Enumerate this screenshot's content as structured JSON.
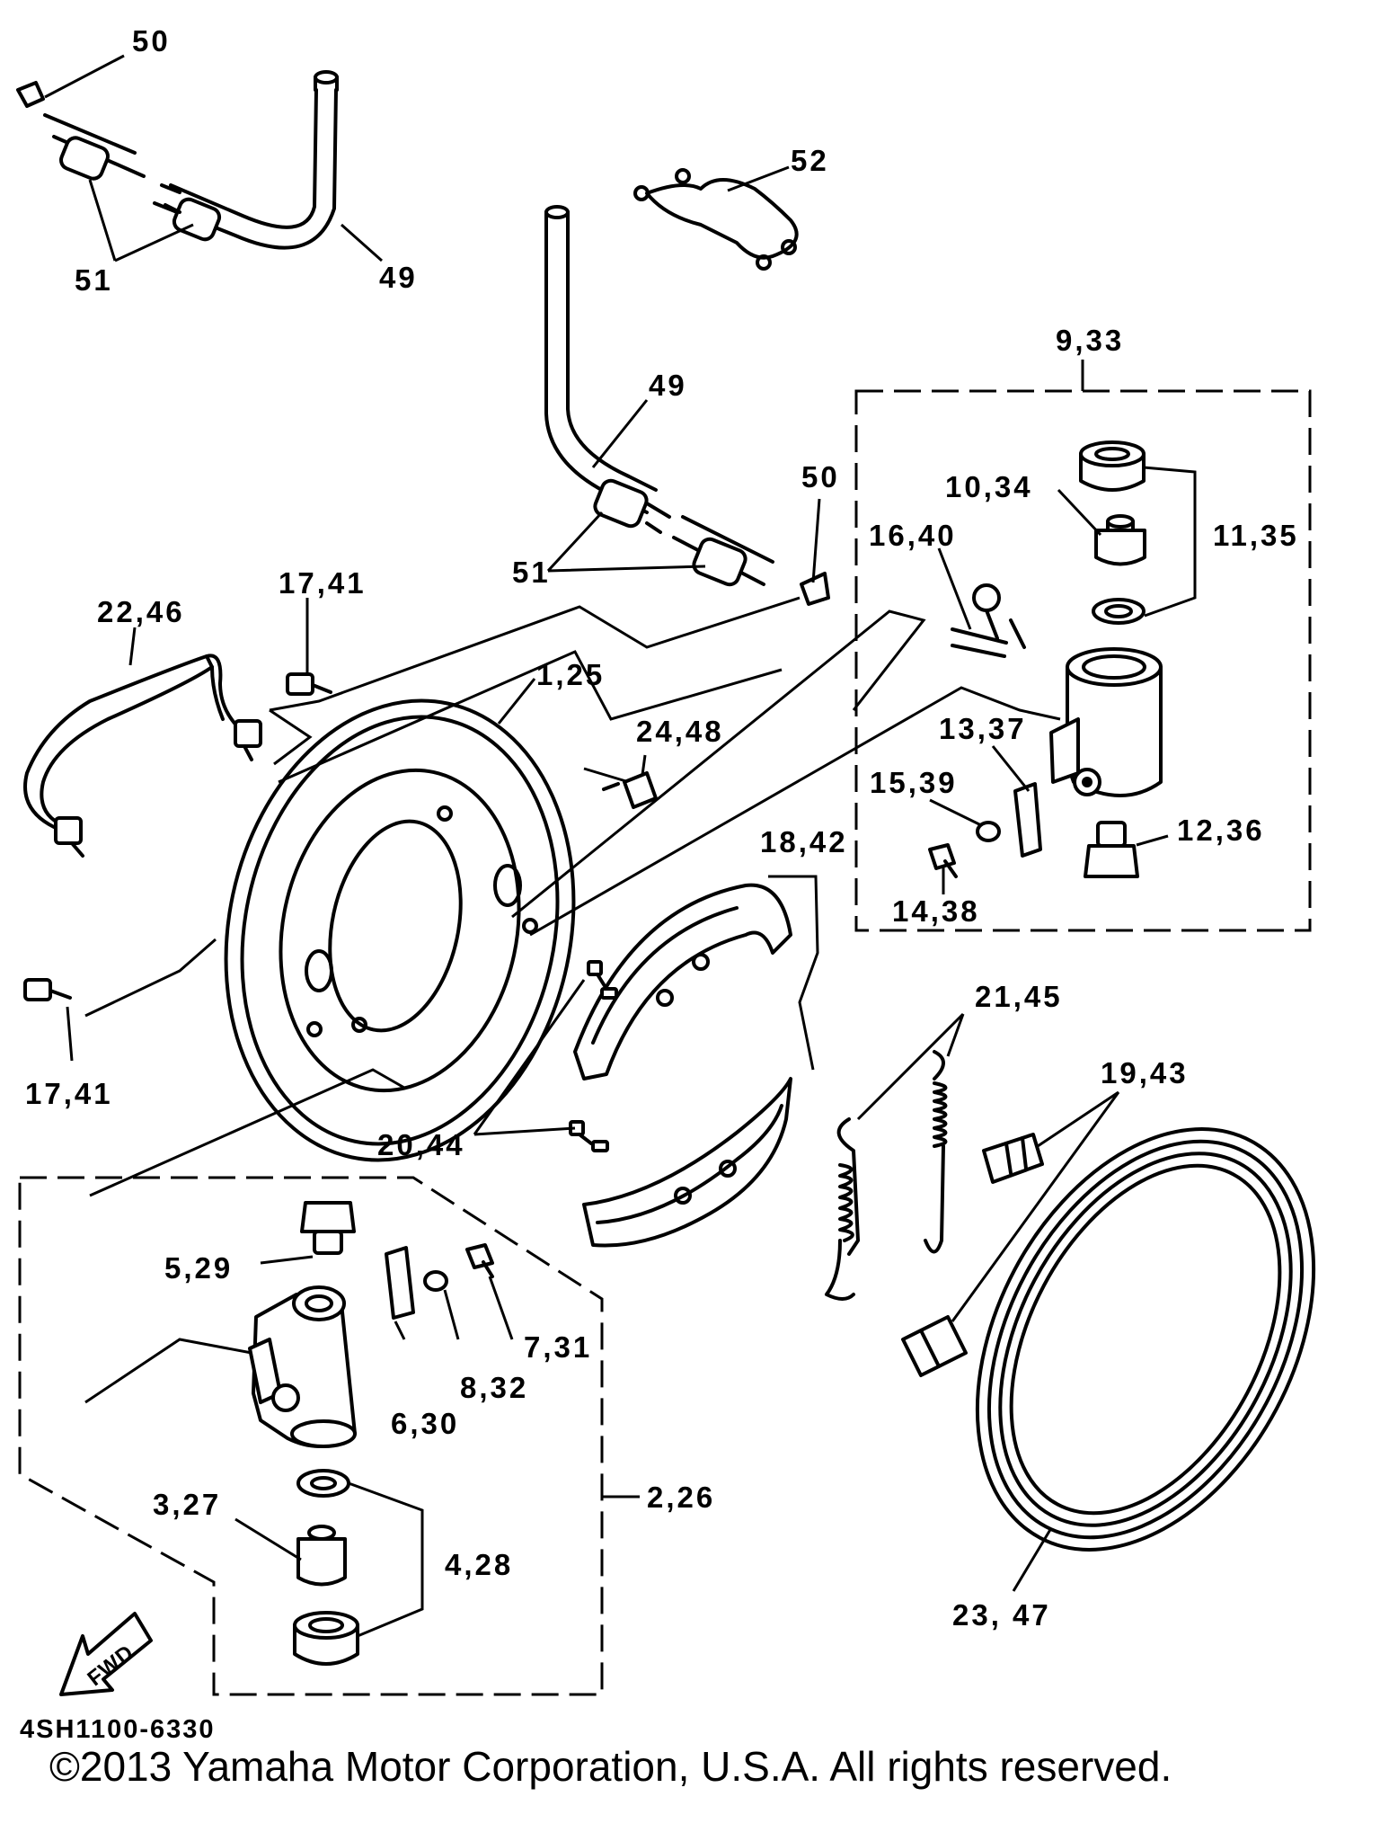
{
  "diagram": {
    "fwd_label": "FWD",
    "code": "4SH1100-6330",
    "copyright": "©2013 Yamaha Motor Corporation, U.S.A. All rights reserved.",
    "callouts": {
      "c50_top": "50",
      "c51_top": "51",
      "c49_top": "49",
      "c52": "52",
      "c49_mid": "49",
      "c51_mid": "51",
      "c50_mid": "50",
      "c9_33": "9,33",
      "c10_34": "10,34",
      "c11_35": "11,35",
      "c16_40": "16,40",
      "c13_37": "13,37",
      "c15_39": "15,39",
      "c12_36": "12,36",
      "c14_38": "14,38",
      "c22_46": "22,46",
      "c17_41_top": "17,41",
      "c1_25": "1,25",
      "c24_48": "24,48",
      "c18_42": "18,42",
      "c17_41_bot": "17,41",
      "c21_45": "21,45",
      "c19_43": "19,43",
      "c20_44": "20,44",
      "c5_29": "5,29",
      "c7_31": "7,31",
      "c8_32": "8,32",
      "c6_30": "6,30",
      "c2_26": "2,26",
      "c3_27": "3,27",
      "c4_28": "4,28",
      "c23_47": "23, 47"
    }
  }
}
